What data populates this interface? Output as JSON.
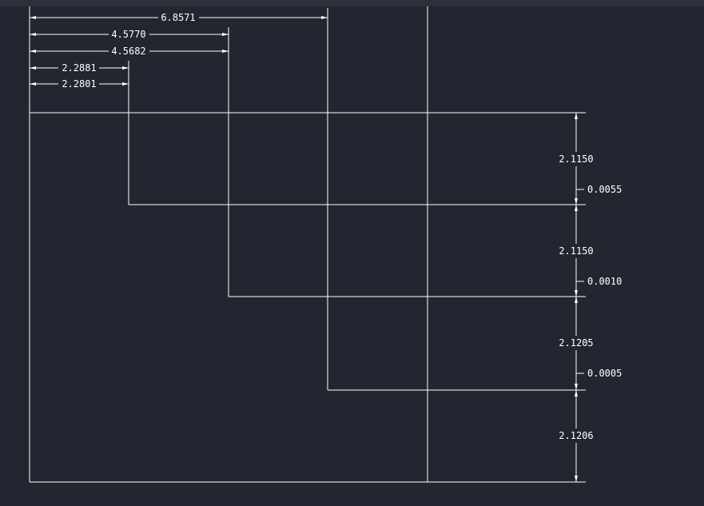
{
  "drawing": {
    "line_color": "#ffffff",
    "background_color": "#212630",
    "horizontal_dimensions": [
      {
        "id": "dim-h-1",
        "label": "6.8571"
      },
      {
        "id": "dim-h-2",
        "label": "4.5770"
      },
      {
        "id": "dim-h-3",
        "label": "4.5682"
      },
      {
        "id": "dim-h-4",
        "label": "2.2881"
      },
      {
        "id": "dim-h-5",
        "label": "2.2801"
      }
    ],
    "vertical_dimensions": [
      {
        "id": "dim-v-1",
        "label": "2.1150"
      },
      {
        "id": "dim-v-2",
        "label": "0.0055"
      },
      {
        "id": "dim-v-3",
        "label": "2.1150"
      },
      {
        "id": "dim-v-4",
        "label": "0.0010"
      },
      {
        "id": "dim-v-5",
        "label": "2.1205"
      },
      {
        "id": "dim-v-6",
        "label": "0.0005"
      },
      {
        "id": "dim-v-7",
        "label": "2.1206"
      }
    ]
  }
}
